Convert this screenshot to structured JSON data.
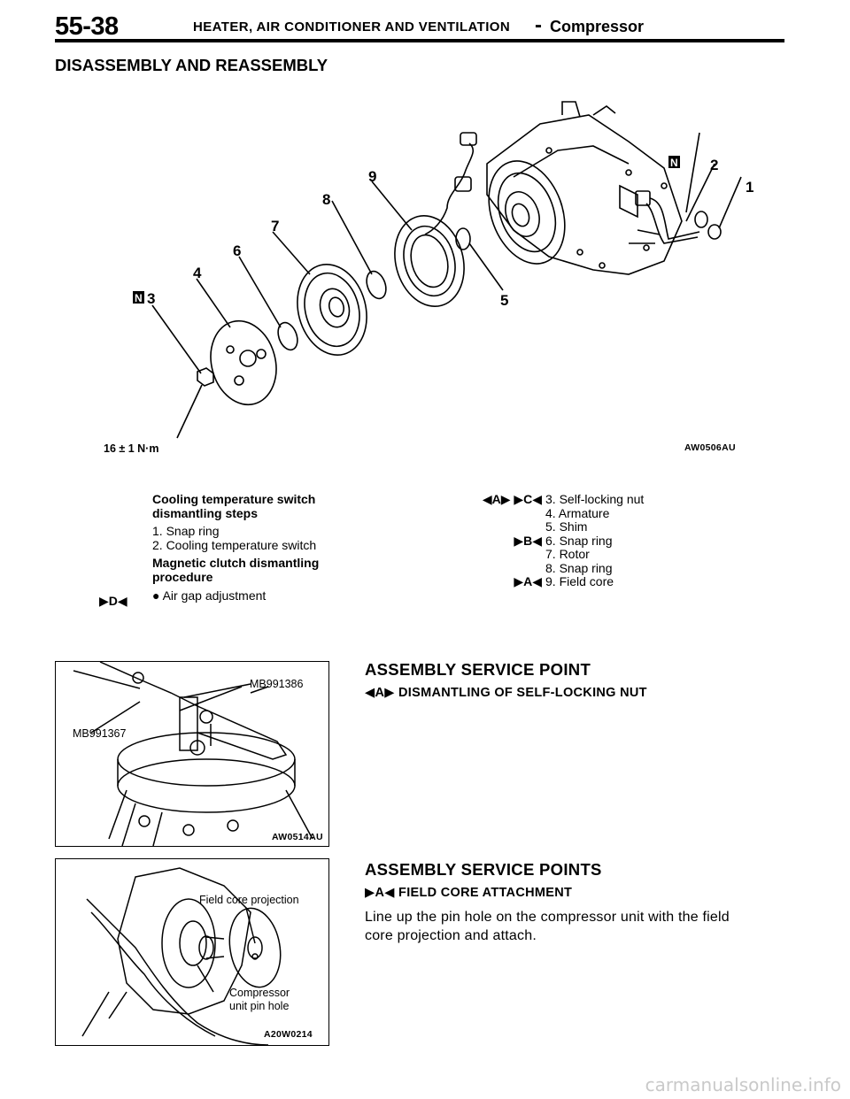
{
  "header": {
    "page_number": "55-38",
    "title": "HEATER, AIR CONDITIONER AND VENTILATION",
    "separator": "-",
    "subtitle": "Compressor"
  },
  "section_title": "DISASSEMBLY AND REASSEMBLY",
  "diagram": {
    "callouts": [
      "1",
      "2",
      "3",
      "4",
      "5",
      "6",
      "7",
      "8",
      "9"
    ],
    "new_part_mark": "N",
    "torque_label": "16 ± 1 N·m",
    "figure_code": "AW0506AU"
  },
  "steps": {
    "cooling_heading": "Cooling temperature switch dismantling steps",
    "cooling_items": [
      "1. Snap ring",
      "2. Cooling temperature switch"
    ],
    "clutch_heading": "Magnetic clutch dismantling procedure",
    "air_gap_marker": "▶D◀",
    "air_gap_item": "●  Air gap adjustment",
    "right_items": [
      {
        "marker": "◀A▶   ▶C◀",
        "text": "3. Self-locking nut"
      },
      {
        "marker": "",
        "text": "4. Armature"
      },
      {
        "marker": "",
        "text": "5. Shim"
      },
      {
        "marker": "▶B◀",
        "text": "6. Snap ring"
      },
      {
        "marker": "",
        "text": "7. Rotor"
      },
      {
        "marker": "",
        "text": "8. Snap ring"
      },
      {
        "marker": "▶A◀",
        "text": "9. Field core"
      }
    ]
  },
  "service_point_1": {
    "title": "ASSEMBLY SERVICE POINT",
    "marker": "◀A▶",
    "subtitle": "DISMANTLING OF SELF-LOCKING NUT",
    "figure": {
      "label_a": "MB991386",
      "label_b": "MB991367",
      "code": "AW0514AU"
    }
  },
  "service_point_2": {
    "title": "ASSEMBLY SERVICE POINTS",
    "marker": "▶A◀",
    "subtitle": "FIELD CORE ATTACHMENT",
    "body_line1": "Line up the pin hole on the compressor unit with the field",
    "body_line2": "core projection and attach.",
    "figure": {
      "label_a": "Field core projection",
      "label_b_line1": "Compressor",
      "label_b_line2": "unit pin hole",
      "code": "A20W0214"
    }
  },
  "watermark": "carmanualsonline.info"
}
